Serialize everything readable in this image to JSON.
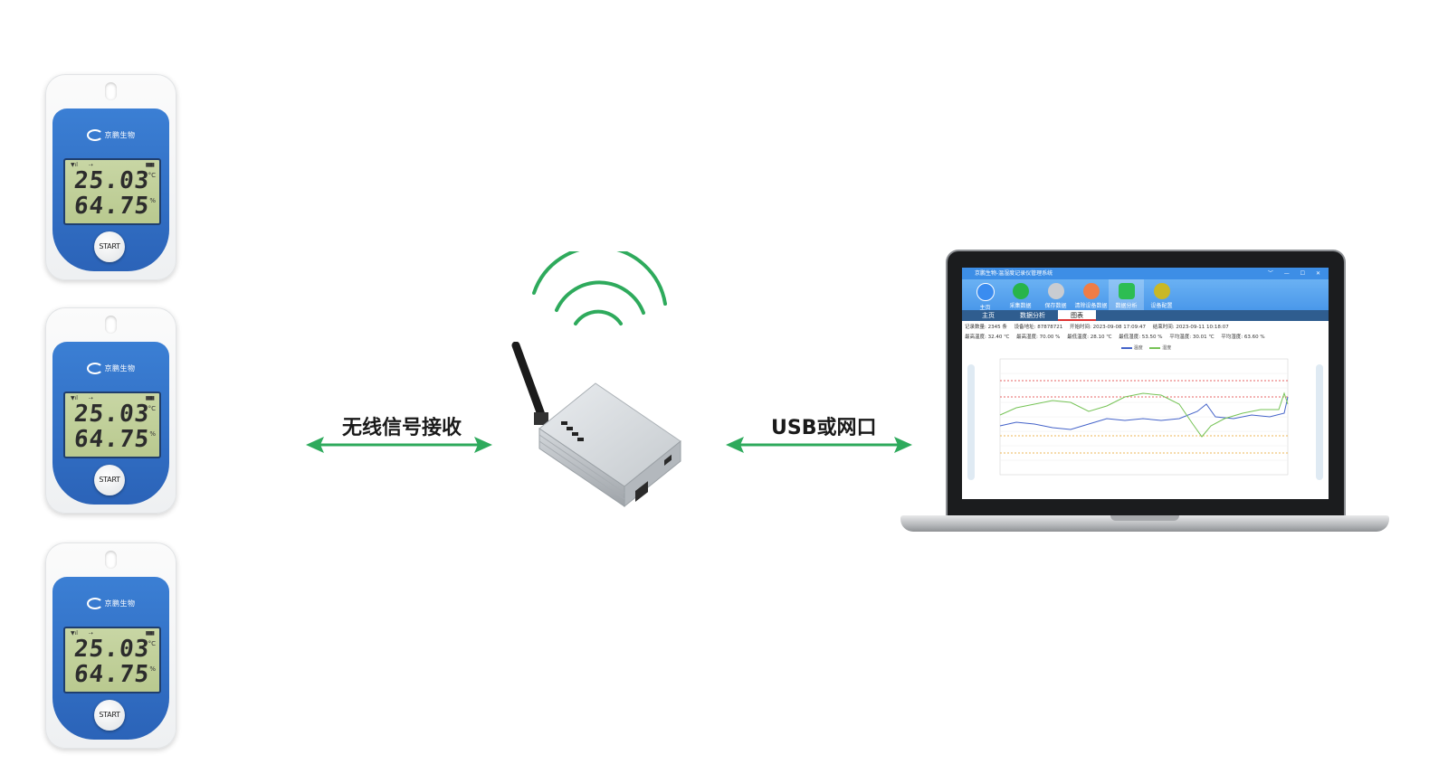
{
  "labels": {
    "wireless": "无线信号接收",
    "usb": "USB或网口"
  },
  "colors": {
    "arrow": "#2eaa5c",
    "signal": "#2eaa5c",
    "logger_blue": "#3274cc"
  },
  "logger": {
    "brand": "京鹏生物",
    "temperature": "25.03",
    "humidity": "64.75",
    "temp_unit": "°C",
    "hum_unit": "%",
    "button": "START"
  },
  "app": {
    "title": "京鹏生物-温湿度记录仪管理系统",
    "toolbar": [
      "主页",
      "采集数据",
      "保存数据",
      "清除设备数据",
      "数据分析",
      "设备配置"
    ],
    "tabs": [
      "主页",
      "数据分析",
      "图表"
    ],
    "stats_row1": [
      "记录数量: 2345 条",
      "设备地址: 87878721",
      "开始时间: 2023-09-08 17:09:47",
      "结束时间: 2023-09-11 10:18:07"
    ],
    "stats_row2": [
      "最高温度: 32.40 ℃",
      "最高湿度: 70.00 %",
      "最低温度: 28.10 ℃",
      "最低湿度: 53.50 %",
      "平均温度: 30.01 ℃",
      "平均湿度: 63.60 %"
    ],
    "legend": [
      "温度",
      "湿度"
    ]
  }
}
